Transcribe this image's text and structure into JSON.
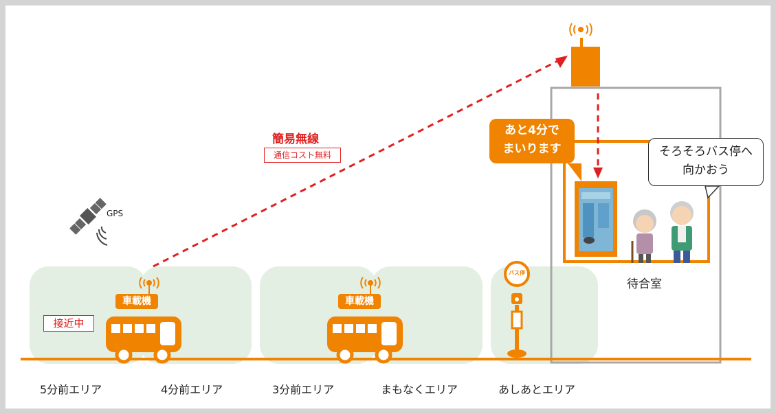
{
  "areas": [
    {
      "label": "5分前エリア"
    },
    {
      "label": "4分前エリア"
    },
    {
      "label": "3分前エリア"
    },
    {
      "label": "まもなくエリア"
    },
    {
      "label": "あしあとエリア"
    }
  ],
  "wireless": {
    "title": "簡易無線",
    "subtitle": "通信コスト無料"
  },
  "gps": {
    "label": "GPS"
  },
  "bus1": {
    "device_label": "車載機",
    "status": "接近中"
  },
  "bus2": {
    "device_label": "車載機"
  },
  "bus_stop": {
    "sign": "バス停"
  },
  "waiting_room": {
    "label": "待合室"
  },
  "display_bubble": {
    "text": "あと4分で\nまいります"
  },
  "people_bubble": {
    "text": "そろそろバス停へ\n向かおう"
  },
  "colors": {
    "accent": "#f08300",
    "link": "#e02020",
    "zone": "#e2efe2",
    "building": "#a8a8a8"
  }
}
